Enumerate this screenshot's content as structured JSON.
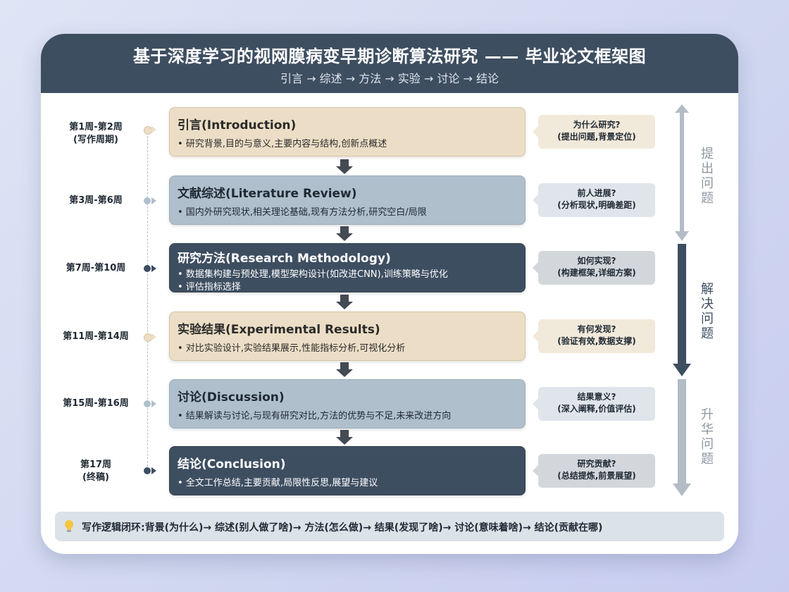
{
  "header": {
    "title": "基于深度学习的视网膜病变早期诊断算法研究 —— 毕业论文框架图",
    "subtitle": "引言 → 综述 → 方法 → 实验 → 讨论 → 结论"
  },
  "weeks": [
    {
      "line1": "第1周-第2周",
      "line2": "(写作周期)"
    },
    {
      "line1": "第3周-第6周",
      "line2": ""
    },
    {
      "line1": "第7周-第10周",
      "line2": ""
    },
    {
      "line1": "第11周-第14周",
      "line2": ""
    },
    {
      "line1": "第15周-第16周",
      "line2": ""
    },
    {
      "line1": "第17周",
      "line2": "(终稿)"
    }
  ],
  "sections": [
    {
      "title": "引言(Introduction)",
      "bullets": [
        "• 研究背景,目的与意义,主要内容与结构,创新点概述"
      ]
    },
    {
      "title": "文献综述(Literature Review)",
      "bullets": [
        "• 国内外研究现状,相关理论基础,现有方法分析,研究空白/局限"
      ]
    },
    {
      "title": "研究方法(Research Methodology)",
      "bullets": [
        "• 数据集构建与预处理,模型架构设计(如改进CNN),训练策略与优化",
        "• 评估指标选择"
      ]
    },
    {
      "title": "实验结果(Experimental Results)",
      "bullets": [
        "• 对比实验设计,实验结果展示,性能指标分析,可视化分析"
      ]
    },
    {
      "title": "讨论(Discussion)",
      "bullets": [
        "• 结果解读与讨论,与现有研究对比,方法的优势与不足,未来改进方向"
      ]
    },
    {
      "title": "结论(Conclusion)",
      "bullets": [
        "• 全文工作总结,主要贡献,局限性反思,展望与建议"
      ]
    }
  ],
  "questions": [
    {
      "line1": "为什么研究?",
      "line2": "(提出问题,背景定位)"
    },
    {
      "line1": "前人进展?",
      "line2": "(分析现状,明确差距)"
    },
    {
      "line1": "如何实现?",
      "line2": "(构建框架,详细方案)"
    },
    {
      "line1": "有何发现?",
      "line2": "(验证有效,数据支撑)"
    },
    {
      "line1": "结果意义?",
      "line2": "(深入阐释,价值评估)"
    },
    {
      "line1": "研究贡献?",
      "line2": "(总结提炼,前景展望)"
    }
  ],
  "phases": [
    {
      "label": "提出问题"
    },
    {
      "label": "解决问题"
    },
    {
      "label": "升华问题"
    }
  ],
  "footer": {
    "icon": "lightbulb-icon",
    "text": "写作逻辑闭环:背景(为什么)→ 综述(别人做了啥)→ 方法(怎么做)→ 结果(发现了啥)→ 讨论(意味着啥)→ 结论(贡献在哪)"
  },
  "colors": {
    "header": "#3e4e61",
    "beige": "#ecdec6",
    "gray_blue": "#afbfcc",
    "dark_slate": "#3e4e61",
    "phase_light": "#b3bcc6",
    "phase_dark": "#3e4e61"
  }
}
